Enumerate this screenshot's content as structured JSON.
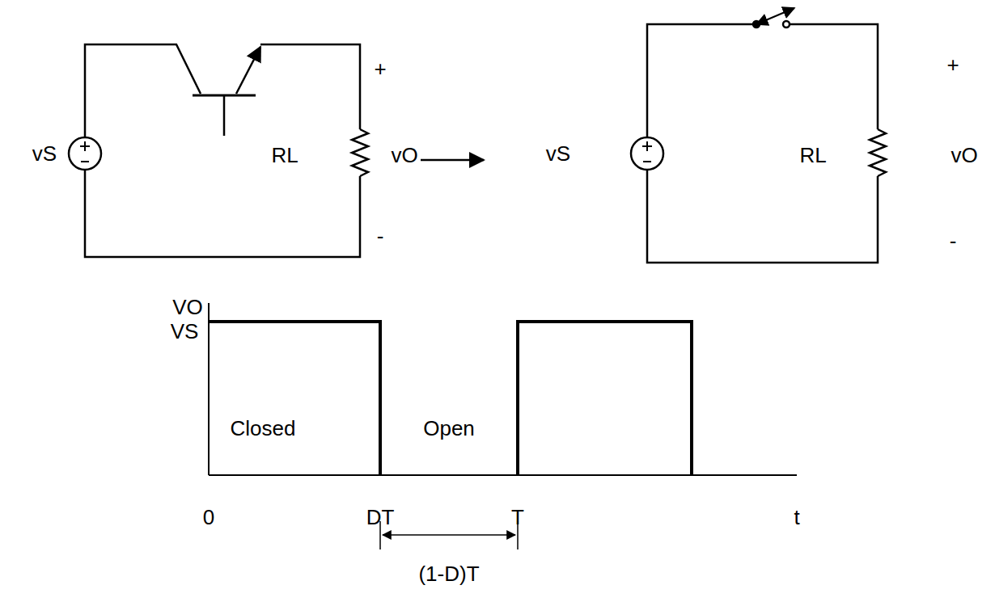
{
  "diagram": {
    "labels": [
      "vS",
      "RL",
      "+",
      "vO",
      "-",
      "vS",
      "RL",
      "+",
      "vO",
      "-",
      "VO",
      "VS",
      "Closed",
      "Open",
      "0",
      "DT",
      "T",
      "t",
      "(1-D)T"
    ]
  }
}
